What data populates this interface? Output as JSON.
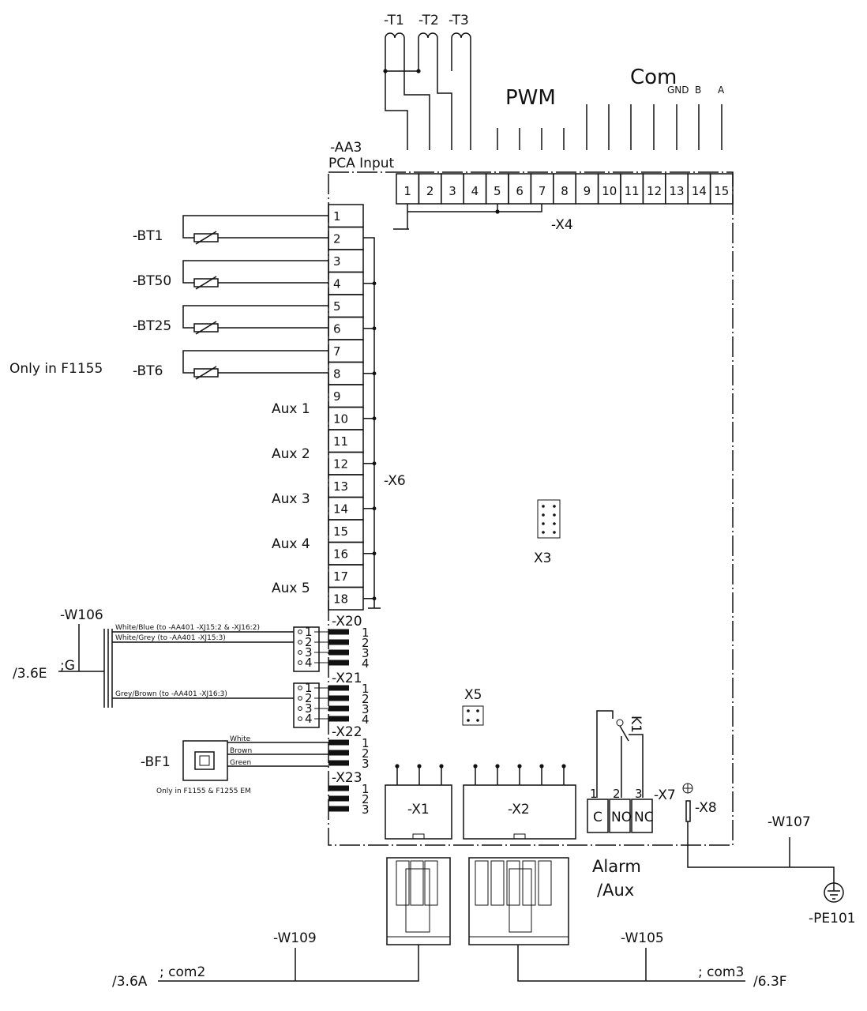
{
  "board": {
    "ref": "-AA3",
    "name": "PCA Input"
  },
  "transformers": [
    "-T1",
    "-T2",
    "-T3"
  ],
  "top_groups": {
    "pwm": "PWM",
    "com": "Com",
    "com_pins": [
      "GND",
      "B",
      "A"
    ]
  },
  "x4": {
    "label": "-X4",
    "pins": [
      "1",
      "2",
      "3",
      "4",
      "5",
      "6",
      "7",
      "8",
      "9",
      "10",
      "11",
      "12",
      "13",
      "14",
      "15"
    ]
  },
  "x6": {
    "label": "-X6",
    "pins": [
      "1",
      "2",
      "3",
      "4",
      "5",
      "6",
      "7",
      "8",
      "9",
      "10",
      "11",
      "12",
      "13",
      "14",
      "15",
      "16",
      "17",
      "18"
    ]
  },
  "sensors": [
    "-BT1",
    "-BT50",
    "-BT25",
    "-BT6"
  ],
  "only_in_f1155": "Only in F1155",
  "aux_inputs": [
    "Aux 1",
    "Aux 2",
    "Aux 3",
    "Aux 4",
    "Aux 5"
  ],
  "x3": "X3",
  "x5": "X5",
  "cable_w106": {
    "label": "-W106",
    "ref": "/3.6E",
    "signal": ";G",
    "wires": [
      "White/Blue (to -AA401 -XJ15:2 & -XJ16:2)",
      "White/Grey (to -AA401 -XJ15:3)",
      "Grey/Brown (to -AA401 -XJ16:3)"
    ]
  },
  "x20": {
    "label": "-X20",
    "pins": [
      "1",
      "2",
      "3",
      "4"
    ]
  },
  "x21": {
    "label": "-X21",
    "pins": [
      "1",
      "2",
      "3",
      "4"
    ]
  },
  "x22": {
    "label": "-X22",
    "pins": [
      "1",
      "2",
      "3"
    ]
  },
  "x23": {
    "label": "-X23",
    "pins": [
      "1",
      "2",
      "3"
    ]
  },
  "bf1": {
    "label": "-BF1",
    "wires": [
      "White",
      "Brown",
      "Green"
    ],
    "note": "Only in F1155 & F1255 EM"
  },
  "x1": "-X1",
  "x2": "-X2",
  "relay": {
    "label": "K1",
    "terminals": [
      "C",
      "NO",
      "NC"
    ],
    "pins": [
      "1",
      "2",
      "3"
    ]
  },
  "x7": "-X7",
  "x8": "-X8",
  "alarm": [
    "Alarm",
    "/Aux"
  ],
  "cable_w107": "-W107",
  "ground": "-PE101",
  "cable_w109": {
    "label": "-W109",
    "ref": "/3.6A",
    "signal": "; com2"
  },
  "cable_w105": {
    "label": "-W105",
    "ref": "/6.3F",
    "signal": "; com3"
  }
}
